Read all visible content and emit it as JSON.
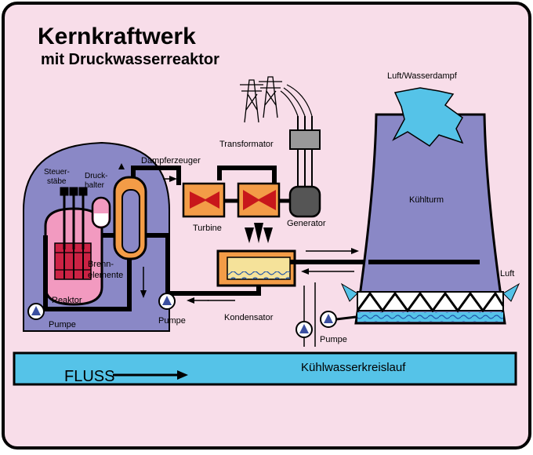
{
  "title": {
    "line1": "Kernkraftwerk",
    "line2": "mit Druckwasserreaktor"
  },
  "labels": {
    "steuerstaebe_1": "Steuer-",
    "steuerstaebe_2": "stäbe",
    "druckhalter_1": "Druck-",
    "druckhalter_2": "halter",
    "dampferzeuger": "Dampferzeuger",
    "transformator": "Transformator",
    "turbine": "Turbine",
    "generator": "Generator",
    "brennelemente_1": "Brenn-",
    "brennelemente_2": "elemente",
    "reaktor": "Reaktor",
    "pumpe_reactor": "Pumpe",
    "pumpe_middle": "Pumpe",
    "pumpe_cooling": "Pumpe",
    "kondensator": "Kondensator",
    "luft_wasserdampf": "Luft/Wasserdampf",
    "kuehlturm": "Kühlturm",
    "luft": "Luft",
    "fluss": "FLUSS",
    "kuehlwasserkreislauf": "Kühlwasserkreislauf"
  },
  "colors": {
    "frame_bg": "#f8dde9",
    "containment": "#8a88c6",
    "tower": "#8a88c6",
    "water": "#55c3e8",
    "turbine_red": "#c8171b",
    "turbine_orange": "#f39c47",
    "condenser_yellow": "#f5e29a",
    "pink_vessel": "#f29ac0",
    "reactor_core": "#cc5577"
  },
  "icons": [
    "pump-icon",
    "turbine-icon",
    "generator-icon",
    "transformer-icon",
    "pylon-icon",
    "arrow-icon"
  ]
}
